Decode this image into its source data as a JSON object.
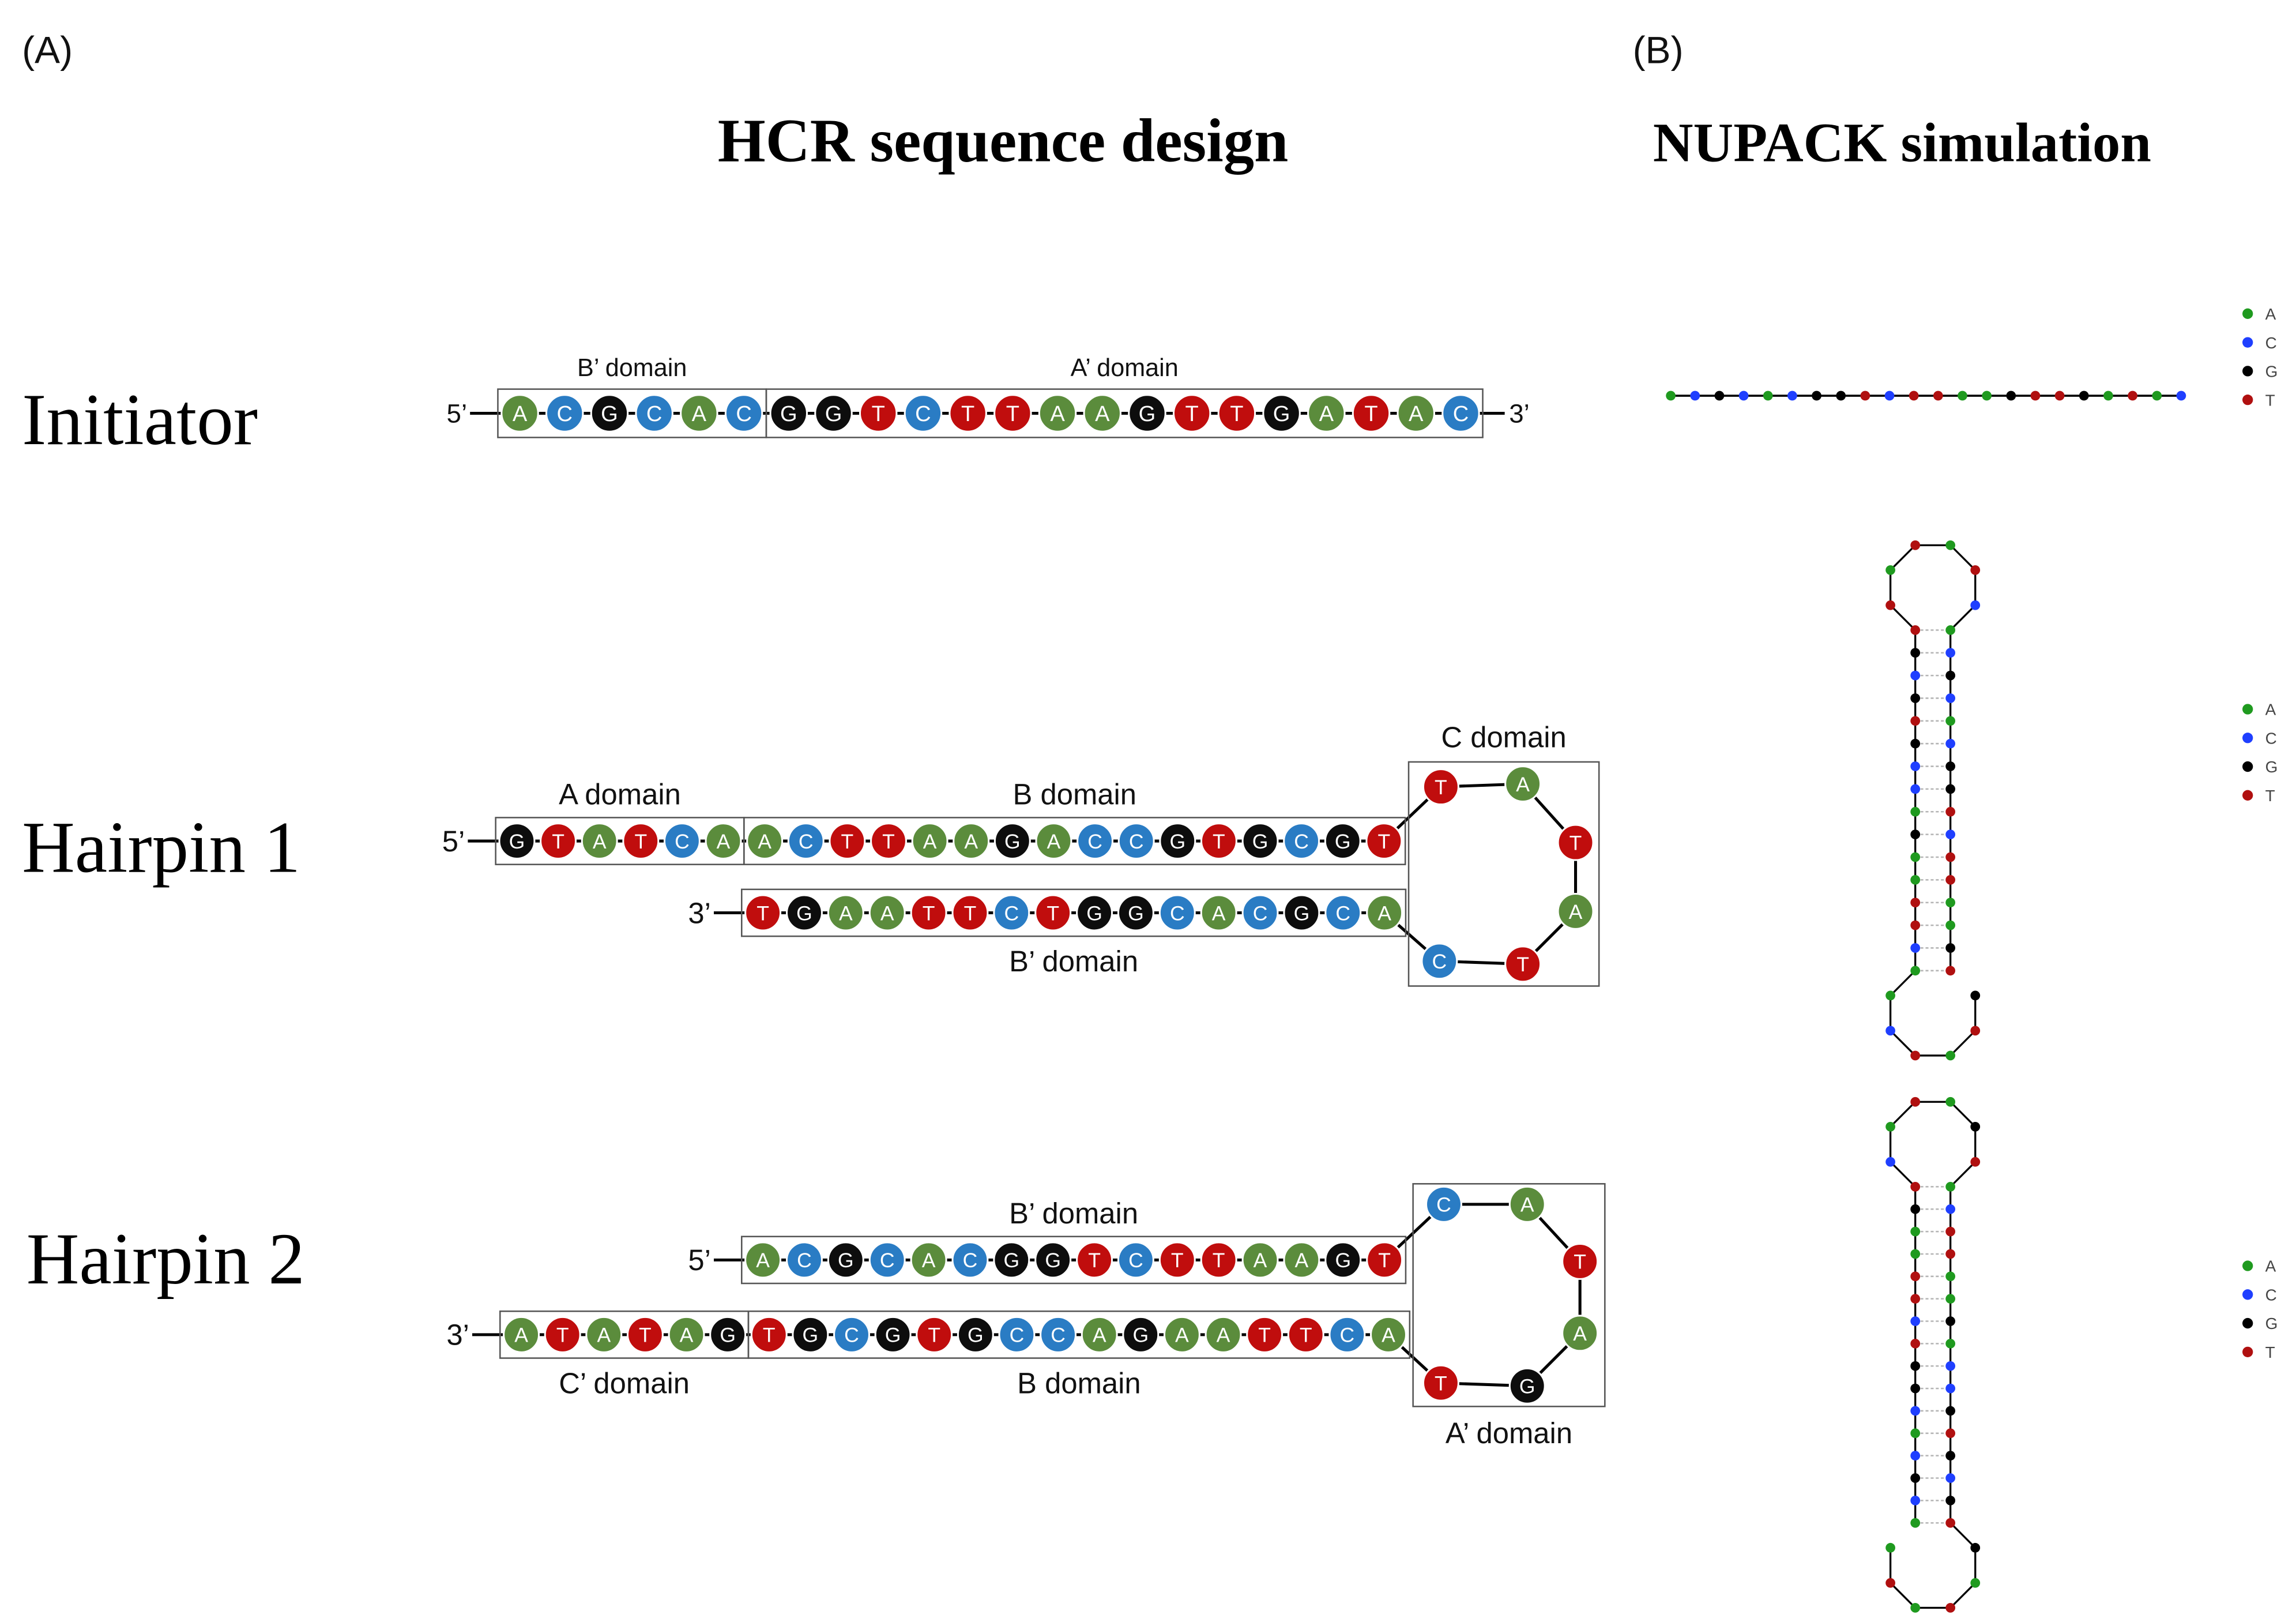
{
  "panels": {
    "a_label": "(A)",
    "b_label": "(B)",
    "a_title": "HCR sequence design",
    "b_title": "NUPACK simulation"
  },
  "colors": {
    "design": {
      "A": "#5b8c3c",
      "C": "#2a7cc4",
      "G": "#0d0d0d",
      "T": "#c00d0d"
    },
    "nupack": {
      "A": "#1f9a1f",
      "C": "#1f3fff",
      "G": "#000000",
      "T": "#b01010",
      "pair": "#b5b5b5"
    }
  },
  "initiator": {
    "label": "Initiator",
    "five_end": "5’",
    "three_end": "3’",
    "domains": [
      {
        "name": "B’ domain",
        "bases": [
          "A",
          "C",
          "G",
          "C",
          "A",
          "C"
        ]
      },
      {
        "name": "A’ domain",
        "bases": [
          "G",
          "G",
          "T",
          "C",
          "T",
          "T",
          "A",
          "A",
          "G",
          "T",
          "T",
          "G",
          "A",
          "T",
          "A",
          "C"
        ]
      }
    ]
  },
  "hairpin1": {
    "label": "Hairpin 1",
    "top": {
      "end": "5’",
      "domains": [
        {
          "name": "A domain",
          "bases": [
            "G",
            "T",
            "A",
            "T",
            "C",
            "A"
          ]
        },
        {
          "name": "B domain",
          "bases": [
            "A",
            "C",
            "T",
            "T",
            "A",
            "A",
            "G",
            "A",
            "C",
            "C",
            "G",
            "T",
            "G",
            "C",
            "G",
            "T"
          ]
        }
      ]
    },
    "loop": {
      "name": "C domain",
      "bases": [
        "T",
        "A",
        "T",
        "A",
        "T",
        "C"
      ]
    },
    "bottom": {
      "end": "3’",
      "domains": [
        {
          "name": "B’ domain",
          "bases": [
            "T",
            "G",
            "A",
            "A",
            "T",
            "T",
            "C",
            "T",
            "G",
            "G",
            "C",
            "A",
            "C",
            "G",
            "C",
            "A"
          ]
        }
      ]
    }
  },
  "hairpin2": {
    "label": "Hairpin 2",
    "top": {
      "end": "5’",
      "domains": [
        {
          "name": "B’ domain",
          "bases": [
            "A",
            "C",
            "G",
            "C",
            "A",
            "C",
            "G",
            "G",
            "T",
            "C",
            "T",
            "T",
            "A",
            "A",
            "G",
            "T"
          ]
        }
      ]
    },
    "loop": {
      "name": "A’ domain",
      "bases": [
        "C",
        "A",
        "T",
        "A",
        "G",
        "T"
      ]
    },
    "bottom": {
      "end": "3’",
      "domains": [
        {
          "name": "C’ domain",
          "bases": [
            "A",
            "T",
            "A",
            "T",
            "A",
            "G"
          ]
        },
        {
          "name": "B domain",
          "bases": [
            "T",
            "G",
            "C",
            "G",
            "T",
            "G",
            "C",
            "C",
            "A",
            "G",
            "A",
            "A",
            "T",
            "T",
            "C",
            "A"
          ]
        }
      ]
    }
  },
  "legend": {
    "items": [
      "A",
      "C",
      "G",
      "T"
    ]
  }
}
